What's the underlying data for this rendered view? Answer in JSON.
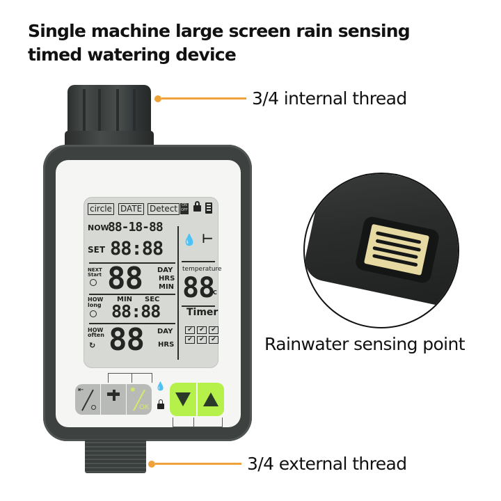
{
  "title": "Single machine large screen rain sensing timed watering device",
  "callouts": {
    "top": "3/4 internal thread",
    "side": "Rainwater sensing point",
    "bottom": "3/4 external thread"
  },
  "colors": {
    "callout_accent": "#f0a23a",
    "button_green": "#b6f04a",
    "button_grey": "#b8bab7",
    "body_dark": "#3d4240",
    "lcd_bg": "#d7d9d4",
    "sensor_gold": "#e6d9a2"
  },
  "lcd": {
    "tags": [
      "circle",
      "DATE",
      "Detect"
    ],
    "on_off": "ON OFF",
    "now_label": "NOW",
    "now_value": "88-18-88",
    "set_label": "SET",
    "set_value": "88:88",
    "next_label": "NEXT Start",
    "next_value": "88",
    "next_units": [
      "DAY",
      "HRS",
      "MIN"
    ],
    "how_long_label": "HOW long",
    "how_long_units": [
      "MIN",
      "SEC"
    ],
    "how_long_value": "88:88",
    "how_often_label": "HOW often",
    "how_often_value": "88",
    "how_often_units": [
      "DAY",
      "HRS"
    ],
    "temperature_label": "temperature",
    "temperature_value": "88",
    "temperature_unit": "°C",
    "timer_label": "Timer",
    "timer_checks": [
      "✔",
      "✔",
      "✔",
      "✔",
      "✔",
      "✔"
    ]
  },
  "buttons": {
    "exit_glyph": "⇤",
    "tap_glyph": "tap",
    "ok_label": "OK",
    "down_glyph": "down",
    "up_glyph": "up"
  },
  "icons": [
    "rain-drop-icon",
    "faucet-icon",
    "lock-icon",
    "battery-icon",
    "timer-icon",
    "stopwatch-icon",
    "repeat-icon"
  ]
}
